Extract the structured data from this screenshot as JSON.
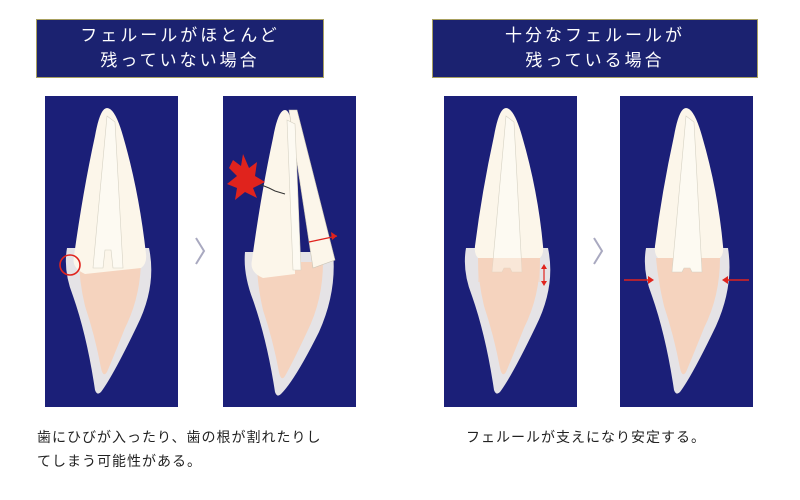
{
  "left_header": {
    "line1": "フェルールがほとんど",
    "line2": "残っていない場合"
  },
  "right_header": {
    "line1": "十分なフェルールが",
    "line2": "残っている場合"
  },
  "left_caption": {
    "line1": "歯にひびが入ったり、歯の根が割れたりし",
    "line2": "てしまう可能性がある。"
  },
  "right_caption": {
    "line1": "フェルールが支えになり安定する。"
  },
  "colors": {
    "panel_bg": "#1b1f78",
    "header_bg": "#1b2270",
    "crown": "#fcf6ea",
    "root": "#f5d3be",
    "gum": "#e5e3e6",
    "accent_red": "#e0231d",
    "chevron": "#a9a9c0"
  },
  "icons": [
    "chevron-right-icon",
    "crack-burst-icon",
    "arrow-icon",
    "circle-marker-icon"
  ]
}
